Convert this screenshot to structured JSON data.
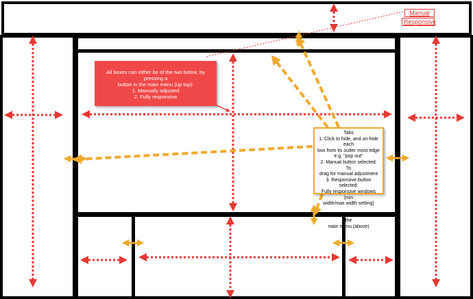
{
  "buttons": {
    "manual": "Manual",
    "responsive": "Responsive"
  },
  "red_note": {
    "line1": "All boxes can either be of the two below, by pressing a",
    "line2": "button in the main menu (up top):",
    "line3": "1. Manually adjusted",
    "line4": "2. Fully responsive"
  },
  "tabs_note": {
    "title": "Tabs",
    "l1": "1. Click to hide, and un-hide each",
    "l2": "box from its outter most edge",
    "l3": "e.g. \"pop out\"",
    "l4": "2. Manual button selected: To",
    "l5": "drag for manual adjustment",
    "l6": "3. Responsive button selected:",
    "l7": "Fully responsive windows (min",
    "l8": "width/max width setting)",
    "l9": "Based on the button set in the",
    "l10": "main menu (above)"
  },
  "colors": {
    "border": "#000000",
    "red_arrow": "#e53935",
    "orange_arrow": "#f0a92e",
    "note_bg": "#f04848"
  }
}
